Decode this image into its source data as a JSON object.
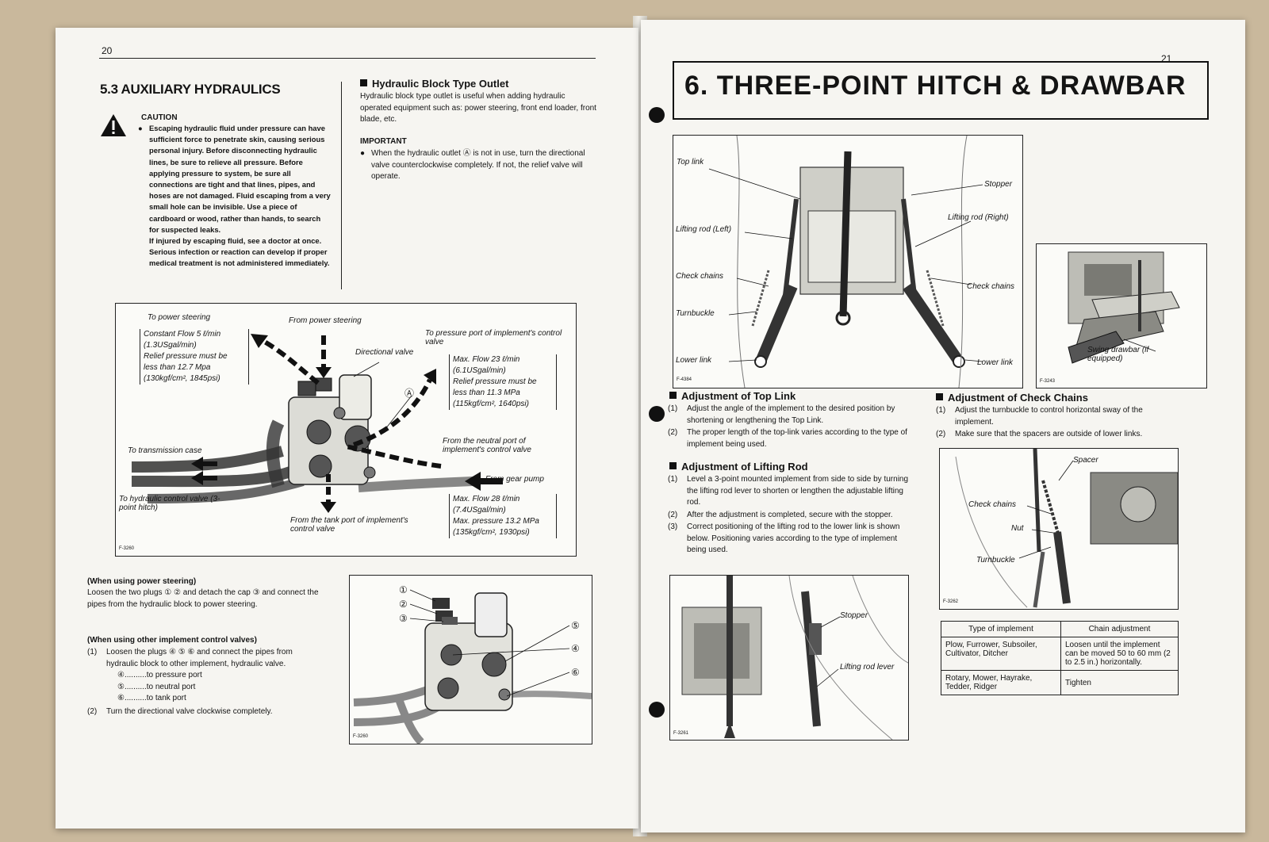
{
  "left_page": {
    "page_number": "20",
    "section_title": "5.3 AUXILIARY HYDRAULICS",
    "caution": {
      "heading": "CAUTION",
      "text": "Escaping hydraulic fluid under pressure can have sufficient force to penetrate skin, causing serious personal injury. Before disconnecting hydraulic lines, be sure to relieve all pressure. Before applying pressure to system, be sure all connections are tight and that lines, pipes, and hoses are not damaged. Fluid escaping from a very small hole can be invisible. Use a piece of cardboard or wood, rather than hands, to search for suspected leaks.",
      "text2": "If injured by escaping fluid, see a doctor at once. Serious infection or reaction can develop if proper medical treatment is not administered immediately."
    },
    "outlet": {
      "heading": "Hydraulic Block Type Outlet",
      "text": "Hydraulic block type outlet is useful when adding hydraulic operated equipment such as: power steering, front end loader, front blade, etc.",
      "important_heading": "IMPORTANT",
      "important_text": "When the hydraulic outlet Ⓐ is not in use, turn the directional valve counterclockwise completely. If not, the relief valve will operate."
    },
    "figure1": {
      "fig_no": "F-3260",
      "labels": {
        "to_power_steering": "To power steering",
        "from_power_steering": "From power steering",
        "to_pressure_port": "To pressure port of implement's control valve",
        "directional_valve": "Directional valve",
        "outlet_a": "Ⓐ",
        "to_transmission": "To transmission case",
        "from_neutral_port": "From the neutral port of implement's control valve",
        "from_gear_pump": "From gear pump",
        "to_hydraulic_control": "To hydraulic control valve (3-point hitch)",
        "from_tank_port": "From the tank port of implement's control valve"
      },
      "spec_power_steering": [
        "Constant Flow 5 ℓ/min",
        "(1.3USgal/min)",
        "Relief pressure must be",
        "less than 12.7 Mpa",
        "(130kgf/cm², 1845psi)"
      ],
      "spec_pressure_port": [
        "Max. Flow 23 ℓ/min",
        "(6.1USgal/min)",
        "Relief pressure must be",
        "less than 11.3 MPa",
        "(115kgf/cm², 1640psi)"
      ],
      "spec_gear_pump": [
        "Max. Flow 28 ℓ/min",
        "(7.4USgal/min)",
        "Max. pressure 13.2 MPa",
        "(135kgf/cm², 1930psi)"
      ]
    },
    "power_steering": {
      "heading": "(When using power steering)",
      "text": "Loosen the two plugs ① ② and detach the cap ③ and connect the pipes from the hydraulic block to power steering."
    },
    "other_valves": {
      "heading": "(When using other implement control valves)",
      "step1_num": "(1)",
      "step1": "Loosen the plugs ④ ⑤ ⑥ and connect the pipes from hydraulic block to other implement, hydraulic valve.",
      "sub": [
        "④..........to pressure port",
        "⑤..........to neutral port",
        "⑥..........to tank port"
      ],
      "step2_num": "(2)",
      "step2": "Turn the directional valve clockwise completely."
    },
    "figure2": {
      "fig_no": "F-3260",
      "callouts": [
        "①",
        "②",
        "③",
        "④",
        "⑤",
        "⑥"
      ]
    }
  },
  "right_page": {
    "page_number": "21",
    "chapter_title": "6. THREE-POINT HITCH & DRAWBAR",
    "figure_main": {
      "fig_no": "F-4384",
      "labels": {
        "top_link": "Top link",
        "stopper": "Stopper",
        "lifting_rod_left": "Lifting rod (Left)",
        "lifting_rod_right": "Lifting rod (Right)",
        "check_chains_left": "Check chains",
        "check_chains_right": "Check chains",
        "turnbuckle": "Turnbuckle",
        "lower_link_left": "Lower link",
        "lower_link_right": "Lower link"
      }
    },
    "figure_drawbar": {
      "fig_no": "F-3243",
      "label": "Swing drawbar (if equipped)"
    },
    "top_link": {
      "heading": "Adjustment of Top Link",
      "steps": [
        {
          "n": "(1)",
          "t": "Adjust the angle of the implement to the desired position by shortening or lengthening the Top Link."
        },
        {
          "n": "(2)",
          "t": "The proper length of the top-link varies according to the type of implement being used."
        }
      ]
    },
    "lifting_rod": {
      "heading": "Adjustment of Lifting Rod",
      "steps": [
        {
          "n": "(1)",
          "t": "Level a 3-point mounted implement from side to side by turning the lifting rod lever to shorten or lengthen the adjustable lifting rod."
        },
        {
          "n": "(2)",
          "t": "After the adjustment is completed, secure with the stopper."
        },
        {
          "n": "(3)",
          "t": "Correct positioning of the lifting rod to the lower link is shown below. Positioning varies according to the type of implement being used."
        }
      ]
    },
    "figure_lifting": {
      "fig_no": "F-3261",
      "labels": {
        "stopper": "Stopper",
        "lifting_rod_lever": "Lifting rod lever"
      }
    },
    "check_chains": {
      "heading": "Adjustment of Check Chains",
      "steps": [
        {
          "n": "(1)",
          "t": "Adjust the turnbuckle to control horizontal sway of the implement."
        },
        {
          "n": "(2)",
          "t": "Make sure that the spacers are outside of lower links."
        }
      ]
    },
    "figure_chains": {
      "fig_no": "F-3262",
      "labels": {
        "spacer": "Spacer",
        "check_chains": "Check chains",
        "nut": "Nut",
        "turnbuckle": "Turnbuckle"
      }
    },
    "table": {
      "headers": [
        "Type of implement",
        "Chain adjustment"
      ],
      "rows": [
        [
          "Plow, Furrower, Subsoiler, Cultivator, Ditcher",
          "Loosen until the implement can be moved 50 to 60 mm (2 to 2.5 in.) horizontally."
        ],
        [
          "Rotary, Mower, Hayrake, Tedder, Ridger",
          "Tighten"
        ]
      ]
    }
  }
}
